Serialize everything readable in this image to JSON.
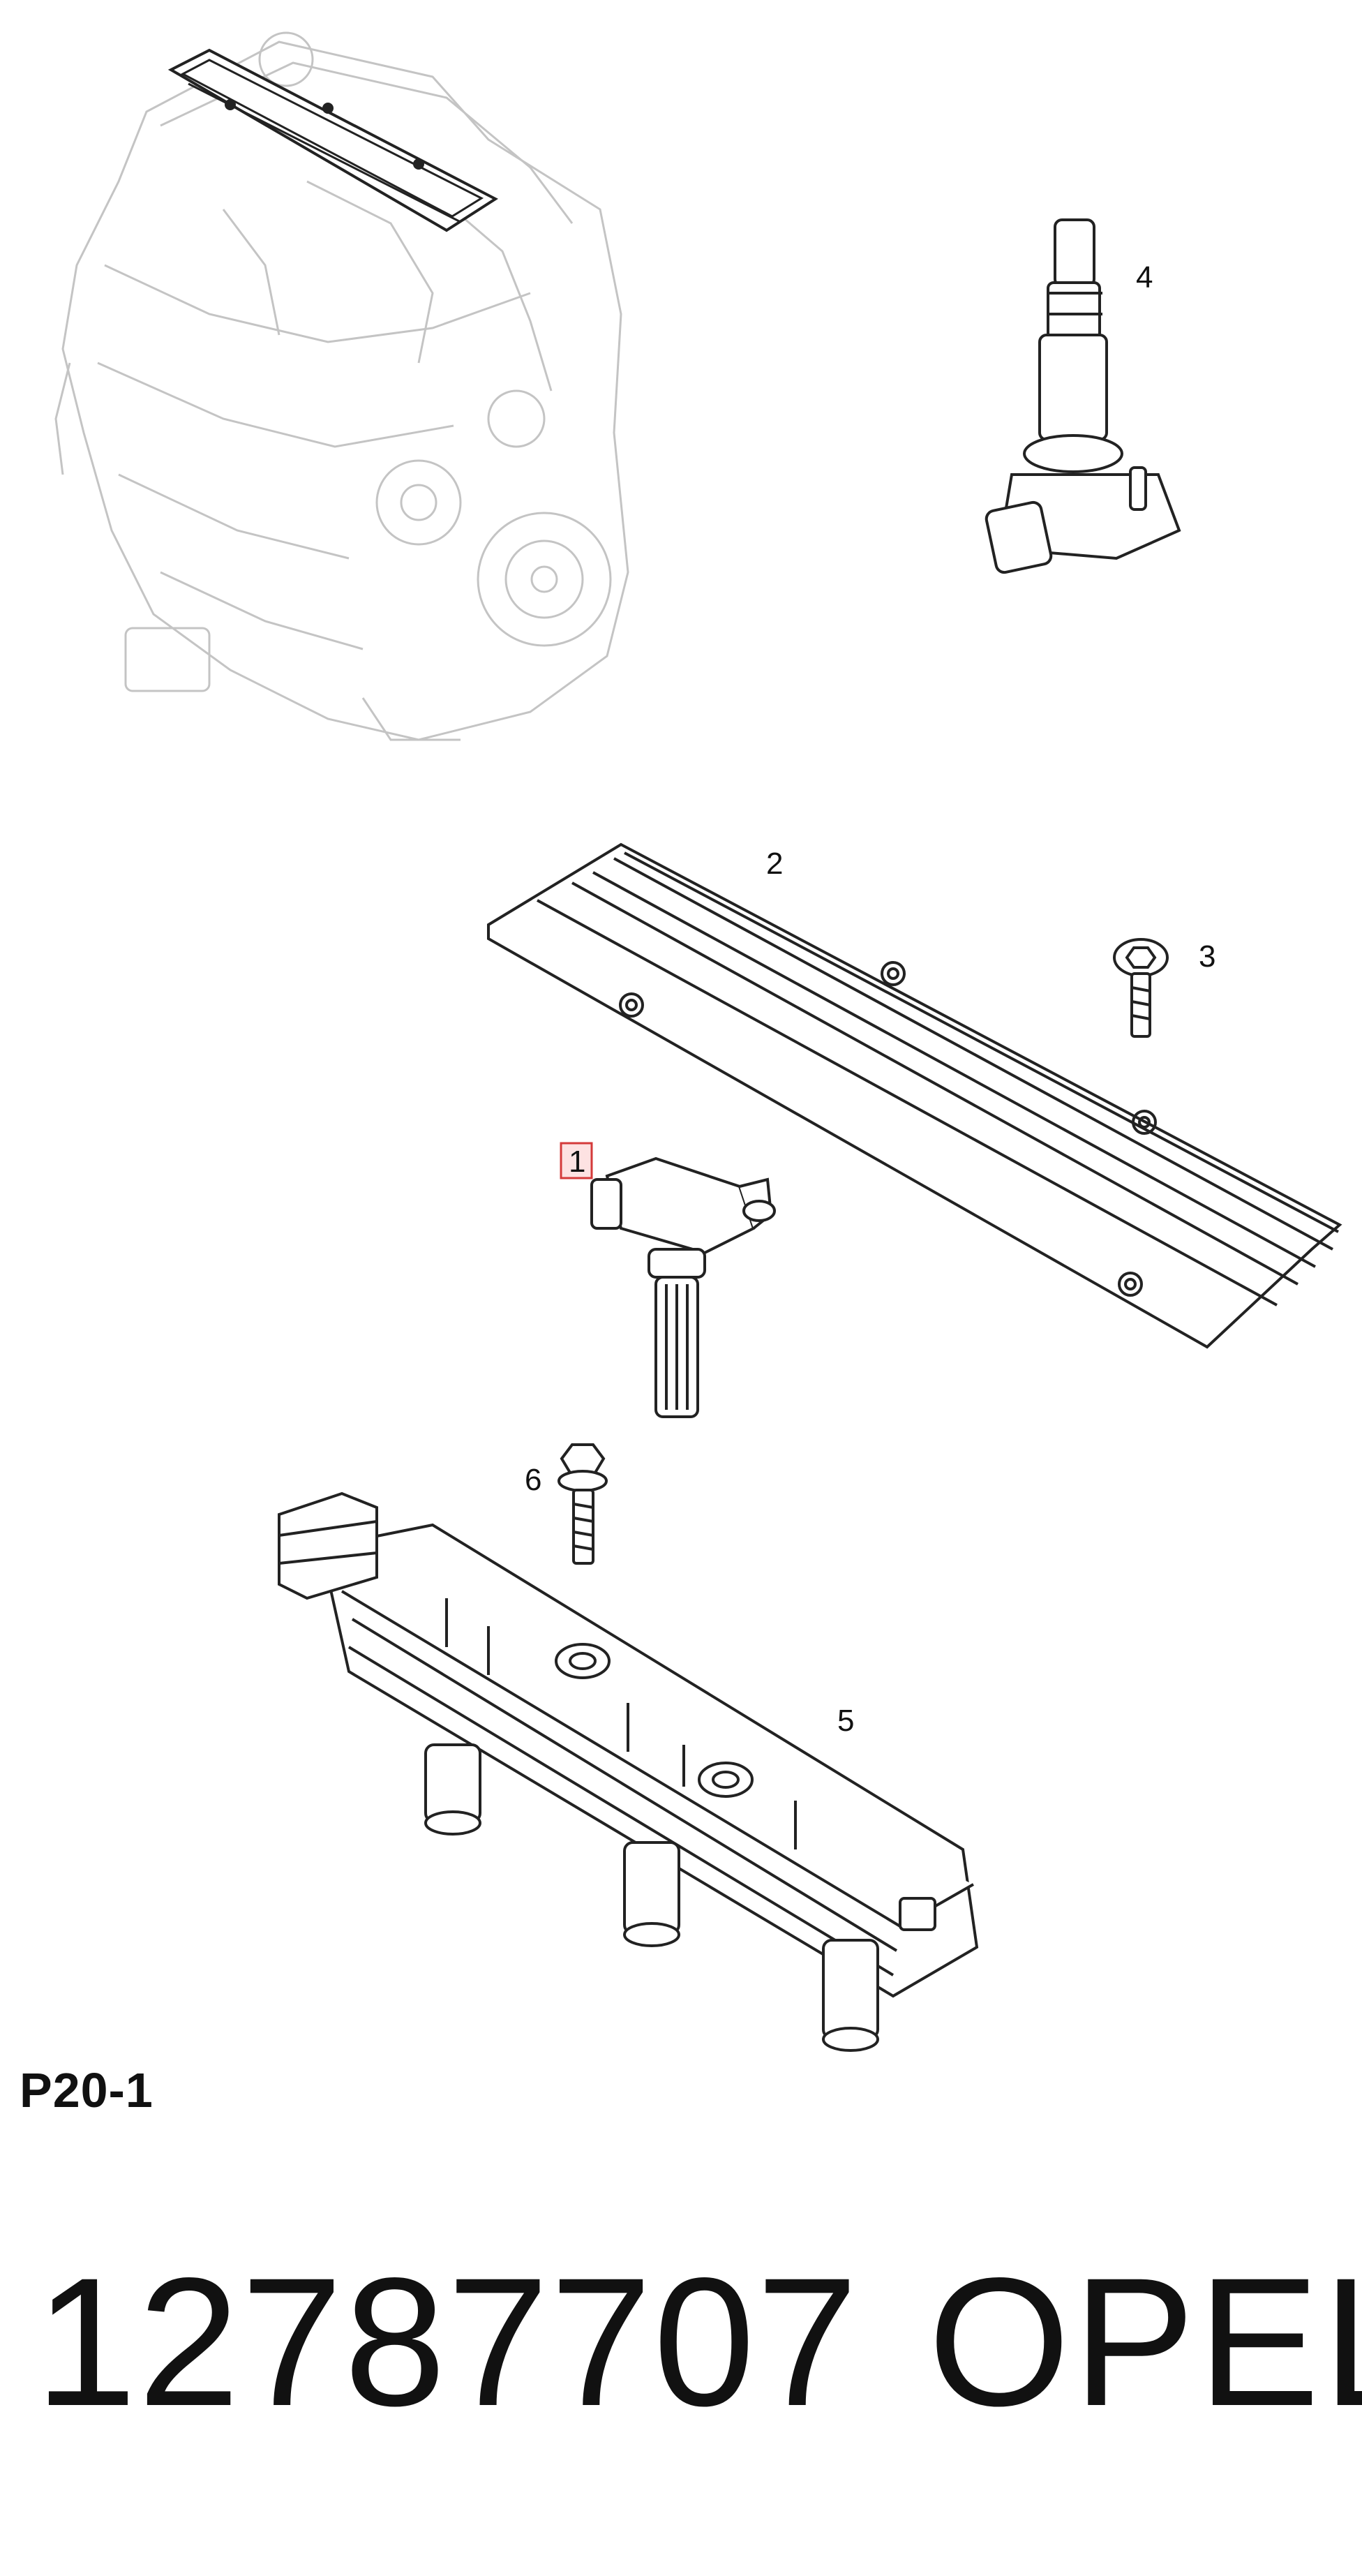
{
  "callouts": {
    "c1": "1",
    "c2": "2",
    "c3": "3",
    "c4": "4",
    "c5": "5",
    "c6": "6"
  },
  "page_code": "P20-1",
  "part_number": "12787707",
  "brand": "OPEL",
  "colors": {
    "line": "#222222",
    "ghost": "#c4c4c4",
    "highlight_fill": "#fde2e2",
    "highlight_stroke": "#d43a3a"
  }
}
